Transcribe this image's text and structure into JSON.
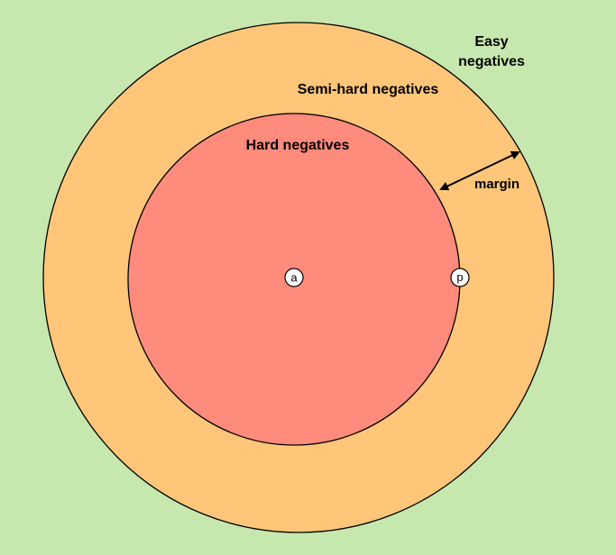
{
  "labels": {
    "easy_line1": "Easy",
    "easy_line2": "negatives",
    "semi_hard": "Semi-hard negatives",
    "hard": "Hard negatives",
    "margin": "margin"
  },
  "points": {
    "anchor": "a",
    "positive": "p"
  },
  "colors": {
    "background": "#c6e7ae",
    "outer_circle": "#ffc679",
    "inner_circle": "#ff8b7c",
    "stroke": "#000000",
    "point_fill": "#ffffff"
  }
}
